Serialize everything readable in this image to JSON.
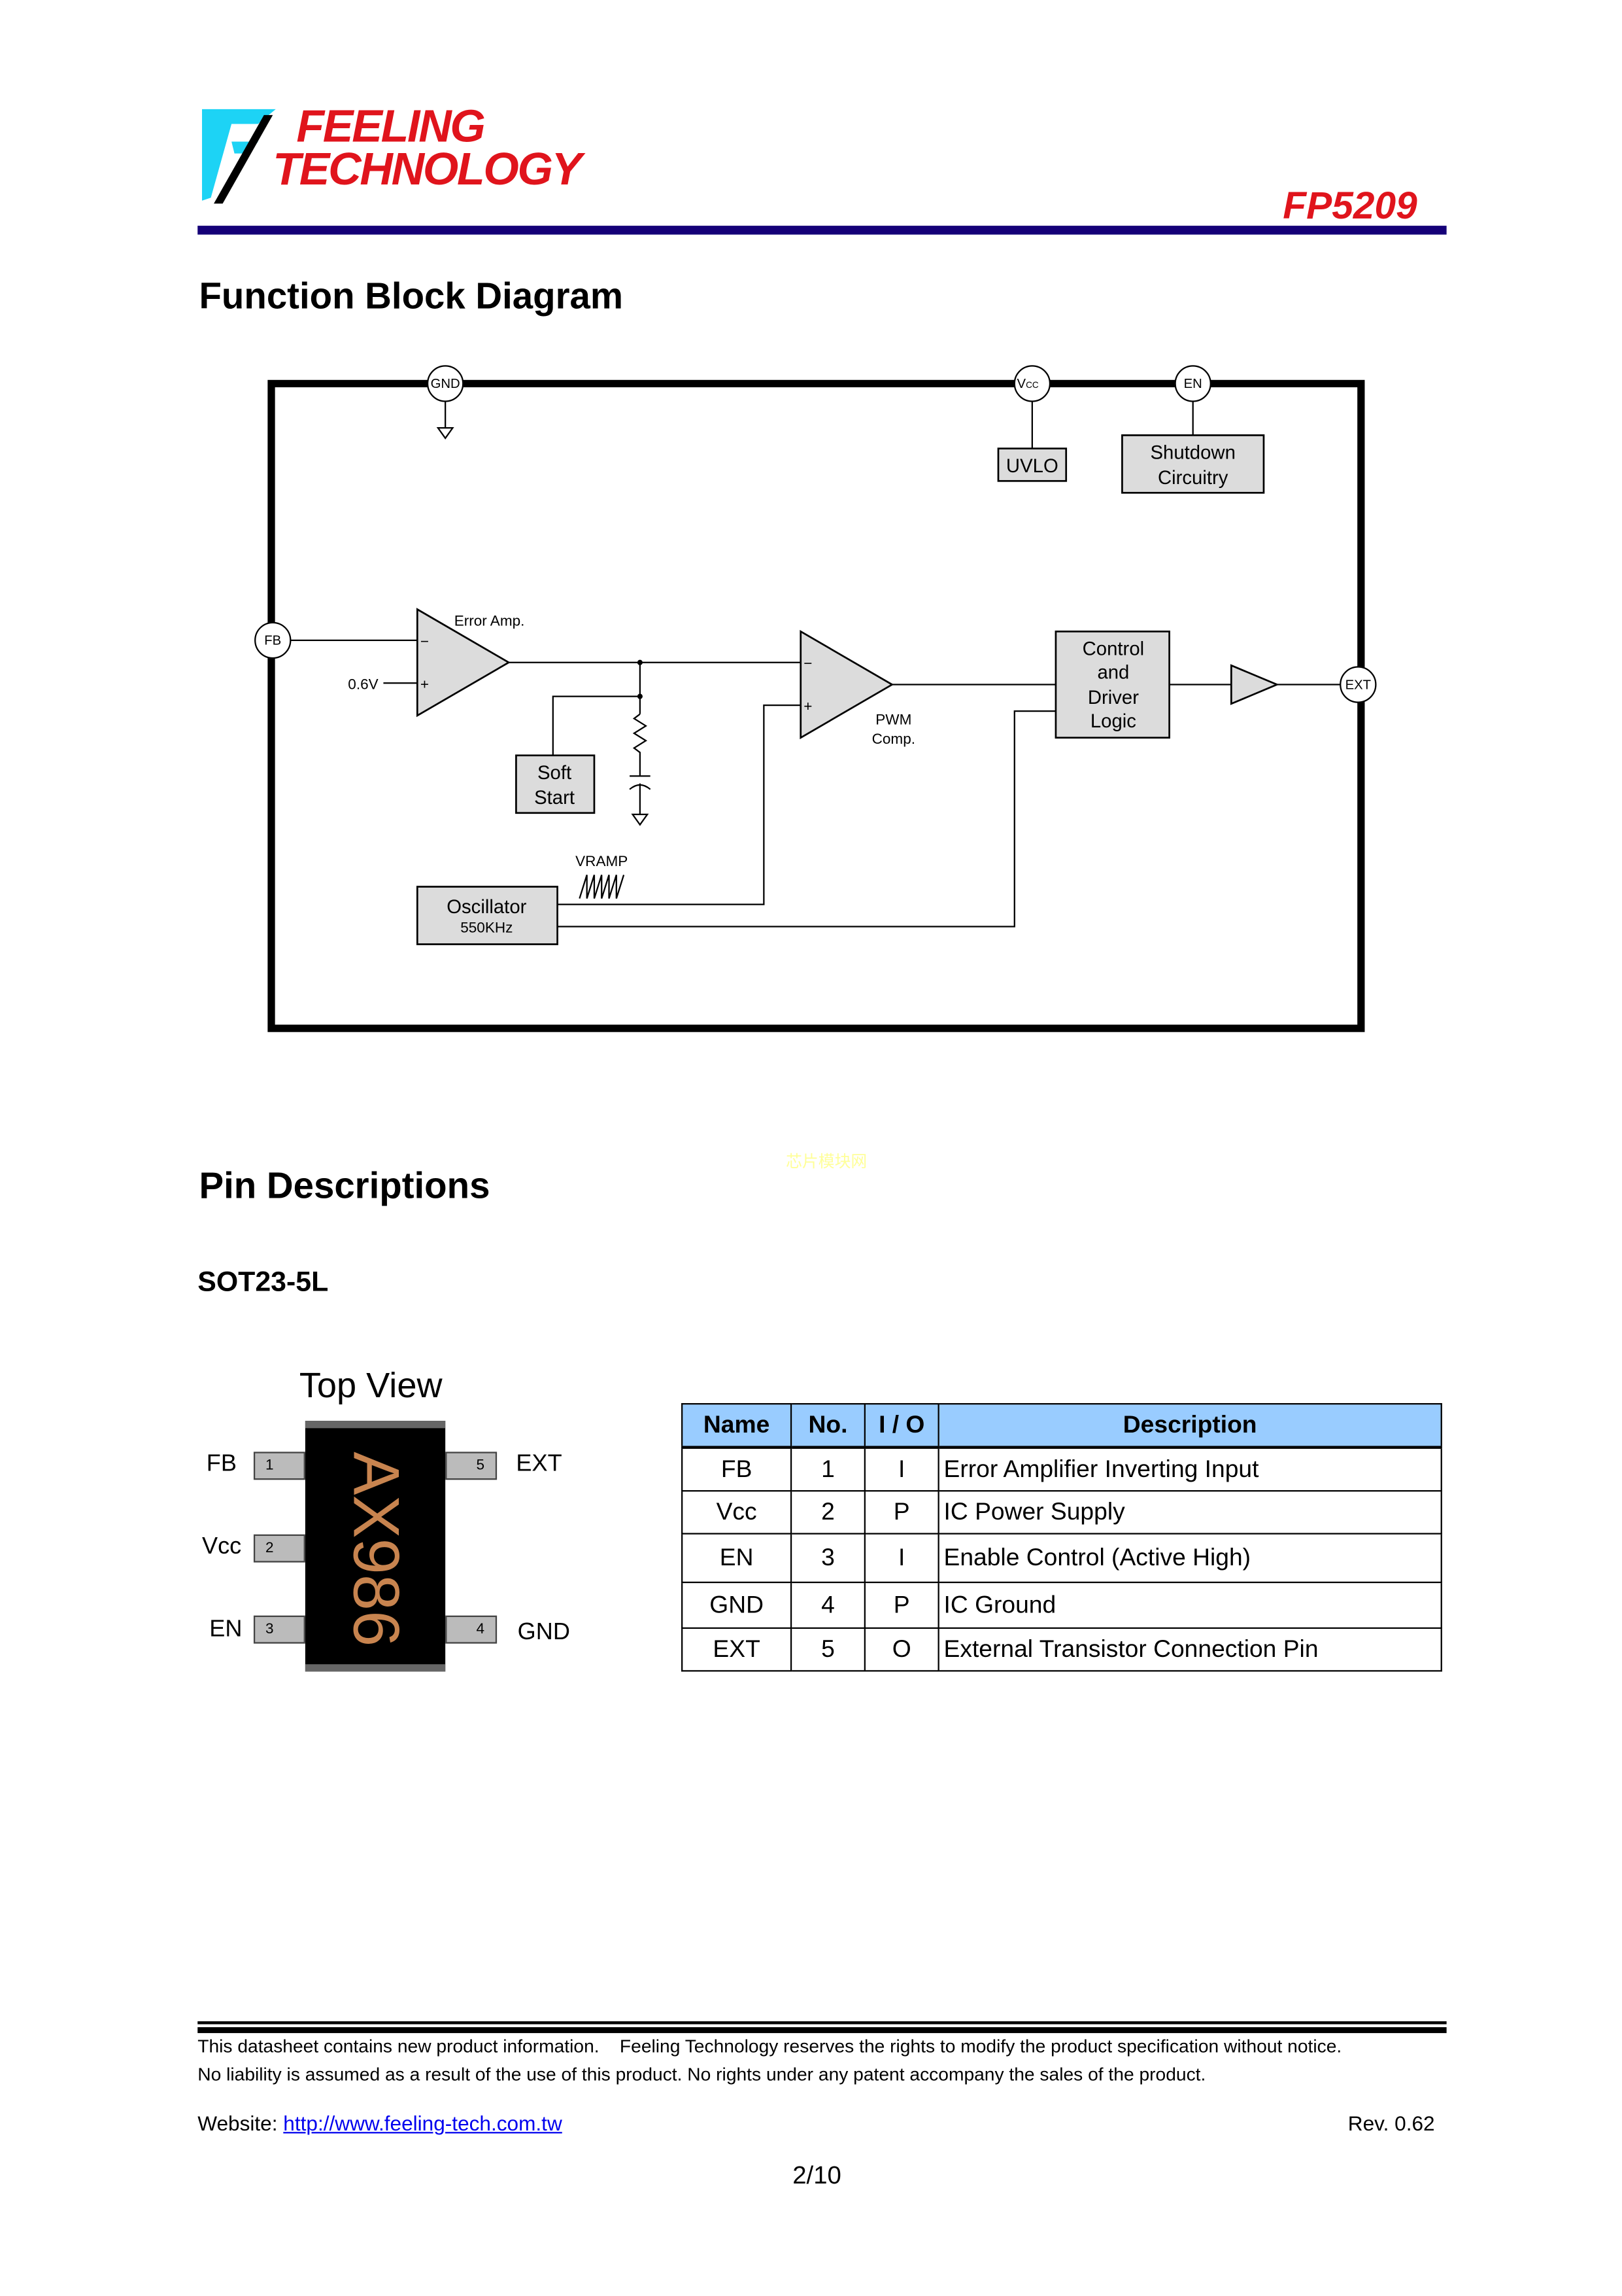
{
  "header": {
    "logo_line1": "FEELING",
    "logo_line2": "TECHNOLOGY",
    "part_number": "FP5209",
    "colors": {
      "bar": "#150078",
      "part": "#e0141c"
    }
  },
  "section1": {
    "title": "Function Block Diagram"
  },
  "diagram": {
    "pins": {
      "gnd": "GND",
      "vcc": "V",
      "vcc_sub": "CC",
      "en": "EN",
      "fb": "FB",
      "ext": "EXT"
    },
    "blocks": {
      "uvlo": "UVLO",
      "shutdown_1": "Shutdown",
      "shutdown_2": "Circuitry",
      "control_1": "Control",
      "control_2": "and",
      "control_3": "Driver",
      "control_4": "Logic",
      "soft_1": "Soft",
      "soft_2": "Start",
      "osc": "Oscillator",
      "osc_freq": "550KHz"
    },
    "labels": {
      "error_amp": "Error Amp.",
      "ref": "0.6V",
      "pwm_1": "PWM",
      "pwm_2": "Comp.",
      "vramp": "VRAMP",
      "minus": "−",
      "plus": "+"
    }
  },
  "watermark": "芯片模块网",
  "section2": {
    "title": "Pin Descriptions",
    "package": "SOT23-5L"
  },
  "package_view": {
    "title": "Top View",
    "marking": "AX986",
    "left_pins": [
      {
        "name": "FB",
        "no": "1"
      },
      {
        "name": "Vcc",
        "no": "2"
      },
      {
        "name": "EN",
        "no": "3"
      }
    ],
    "right_pins": [
      {
        "name": "EXT",
        "no": "5"
      },
      {
        "name": "GND",
        "no": "4"
      }
    ]
  },
  "pin_table": {
    "headers": [
      "Name",
      "No.",
      "I / O",
      "Description"
    ],
    "rows": [
      [
        "FB",
        "1",
        "I",
        "Error Amplifier Inverting Input"
      ],
      [
        "Vcc",
        "2",
        "P",
        "IC Power Supply"
      ],
      [
        "EN",
        "3",
        "I",
        "Enable Control (Active High)"
      ],
      [
        "GND",
        "4",
        "P",
        "IC Ground"
      ],
      [
        "EXT",
        "5",
        "O",
        "External Transistor Connection Pin"
      ]
    ]
  },
  "footer": {
    "line1": "This datasheet contains new product information.    Feeling Technology reserves the rights to modify the product specification without notice.",
    "line2": "No liability is assumed as a result of the use of this product. No rights under any patent accompany the sales of the product.",
    "website_label": "Website: ",
    "website_url": "http://www.feeling-tech.com.tw",
    "revision": "Rev. 0.62",
    "page": "2/10"
  }
}
